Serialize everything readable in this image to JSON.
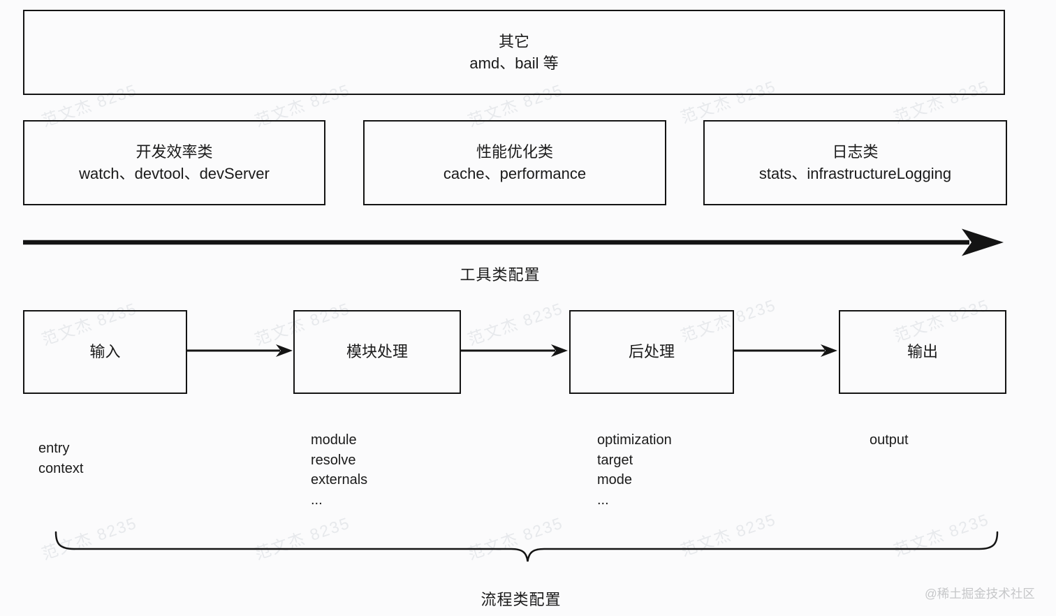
{
  "watermark": {
    "text": "范文杰 8235"
  },
  "credit": {
    "text": "@稀土掘金技术社区"
  },
  "misc_box": {
    "title": "其它",
    "items": "amd、bail 等"
  },
  "categories": [
    {
      "title": "开发效率类",
      "items": "watch、devtool、devServer"
    },
    {
      "title": "性能优化类",
      "items": "cache、performance"
    },
    {
      "title": "日志类",
      "items": "stats、infrastructureLogging"
    }
  ],
  "tool_axis": {
    "label": "工具类配置"
  },
  "flow_axis": {
    "label": "流程类配置"
  },
  "flow_stages": [
    {
      "label": "输入",
      "configs": [
        "entry",
        "context"
      ]
    },
    {
      "label": "模块处理",
      "configs": [
        "module",
        "resolve",
        "externals",
        "..."
      ]
    },
    {
      "label": "后处理",
      "configs": [
        "optimization",
        "target",
        "mode",
        "..."
      ]
    },
    {
      "label": "输出",
      "configs": [
        "output"
      ]
    }
  ],
  "colors": {
    "line": "#141414",
    "text": "#1a1a1a",
    "watermark": "#e7e9ec",
    "credit": "#c6c7c9",
    "background": "#fbfbfc"
  }
}
